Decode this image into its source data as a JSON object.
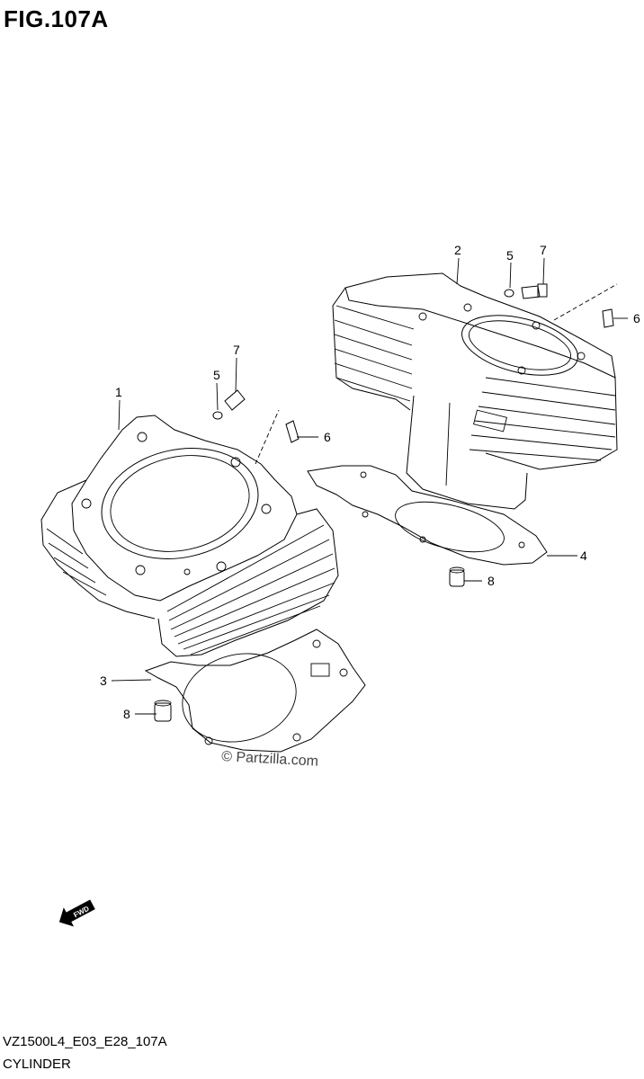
{
  "figure": {
    "title": "FIG.107A",
    "code": "VZ1500L4_E03_E28_107A",
    "name": "CYLINDER"
  },
  "watermark": "© Partzilla.com",
  "fwd_label": "FWD",
  "callouts": [
    {
      "id": "c1",
      "label": "1"
    },
    {
      "id": "c2",
      "label": "2"
    },
    {
      "id": "c3",
      "label": "3"
    },
    {
      "id": "c4",
      "label": "4"
    },
    {
      "id": "c5a",
      "label": "5"
    },
    {
      "id": "c5b",
      "label": "5"
    },
    {
      "id": "c6a",
      "label": "6"
    },
    {
      "id": "c6b",
      "label": "6"
    },
    {
      "id": "c7a",
      "label": "7"
    },
    {
      "id": "c7b",
      "label": "7"
    },
    {
      "id": "c8a",
      "label": "8"
    },
    {
      "id": "c8b",
      "label": "8"
    }
  ]
}
